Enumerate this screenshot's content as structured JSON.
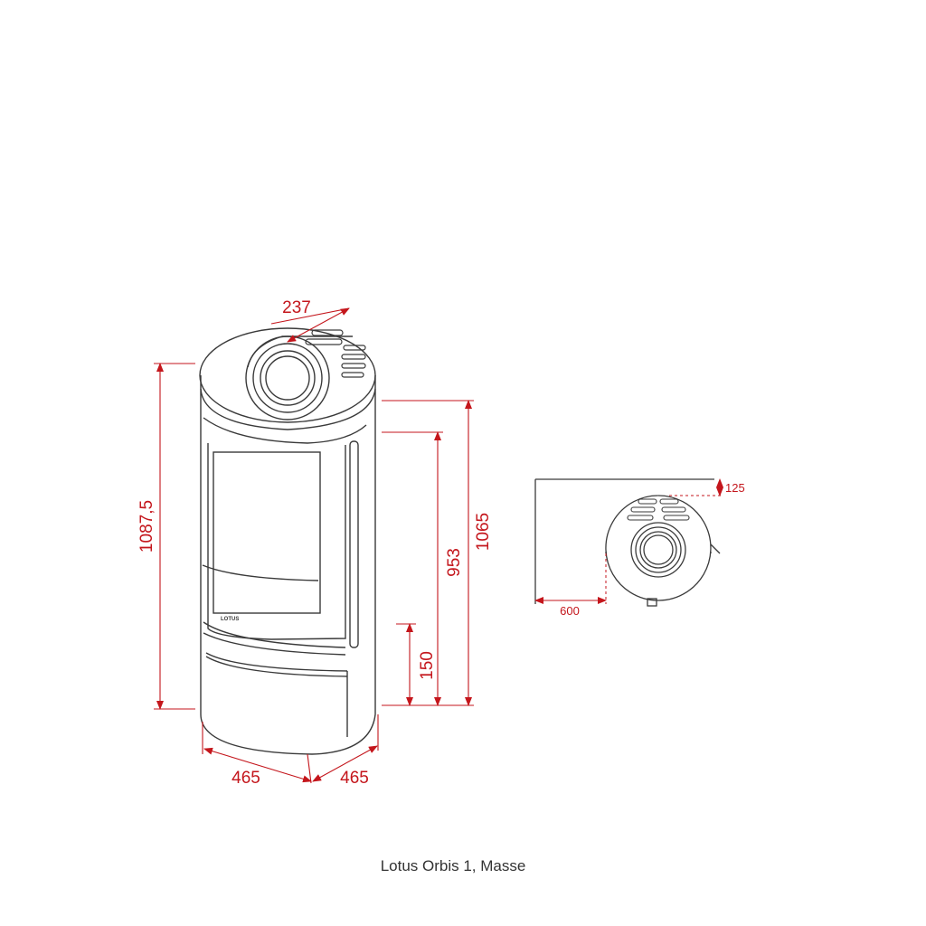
{
  "caption": "Lotus Orbis 1, Masse",
  "logo_text": "LOTUS",
  "colors": {
    "outline": "#3a3a3a",
    "dimension": "#c4161c",
    "caption": "#333333"
  },
  "dimensions": {
    "flue_offset": "237",
    "total_height": "1087,5",
    "door_height": "953",
    "body_height": "1065",
    "base_height": "150",
    "depth_left": "465",
    "depth_right": "465",
    "rear_clearance": "125",
    "side_clearance": "600"
  }
}
